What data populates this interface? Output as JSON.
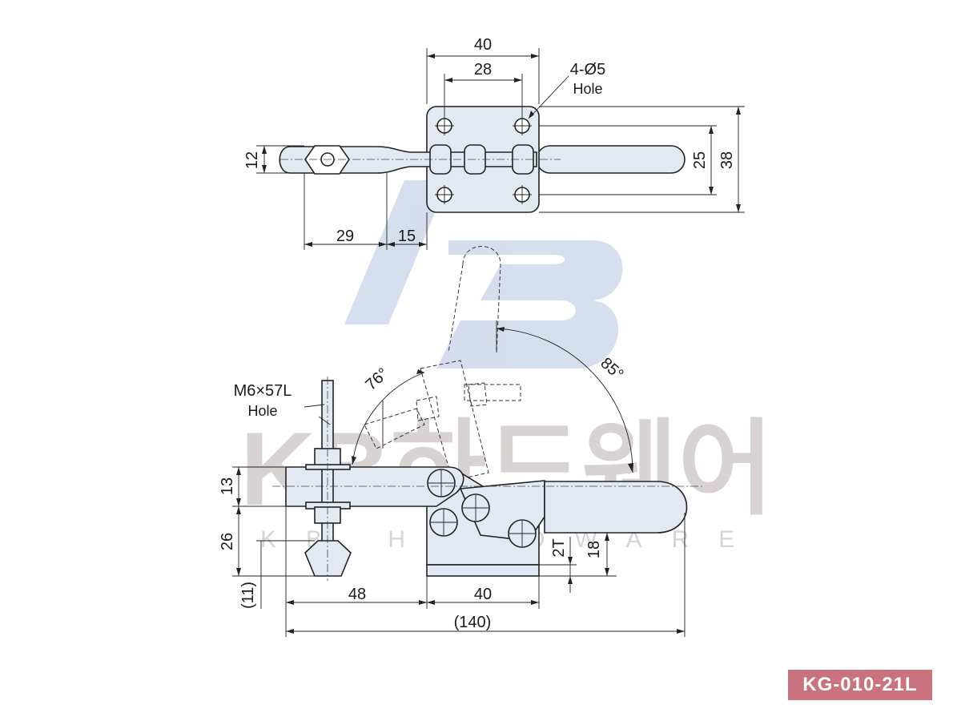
{
  "watermark": {
    "logo_text": "KB",
    "brand_text": "KB하드웨어",
    "brand_sub": "KB HARDWARE",
    "color": "#cfd9ea"
  },
  "top_view": {
    "dim_width_outer": "40",
    "dim_width_inner": "28",
    "hole_note_line1": "4-Ø5",
    "hole_note_line2": "Hole",
    "dim_height_inner": "25",
    "dim_height_outer": "38",
    "dim_bolt_width": "12",
    "dim_bolt_offset": "29",
    "dim_arm_offset": "15"
  },
  "side_view": {
    "thread_note_line1": "M6×57L",
    "thread_note_line2": "Hole",
    "angle_open": "76°",
    "angle_handle": "85°",
    "dim_arm_thickness": "13",
    "dim_spindle_height": "26",
    "dim_tip_height": "(11)",
    "dim_reach": "48",
    "dim_base_length": "40",
    "dim_total_length": "(140)",
    "dim_base_thickness": "2T",
    "dim_base_height": "18"
  },
  "model": {
    "code": "KG-010-21L",
    "badge_color": "#c9737f"
  }
}
